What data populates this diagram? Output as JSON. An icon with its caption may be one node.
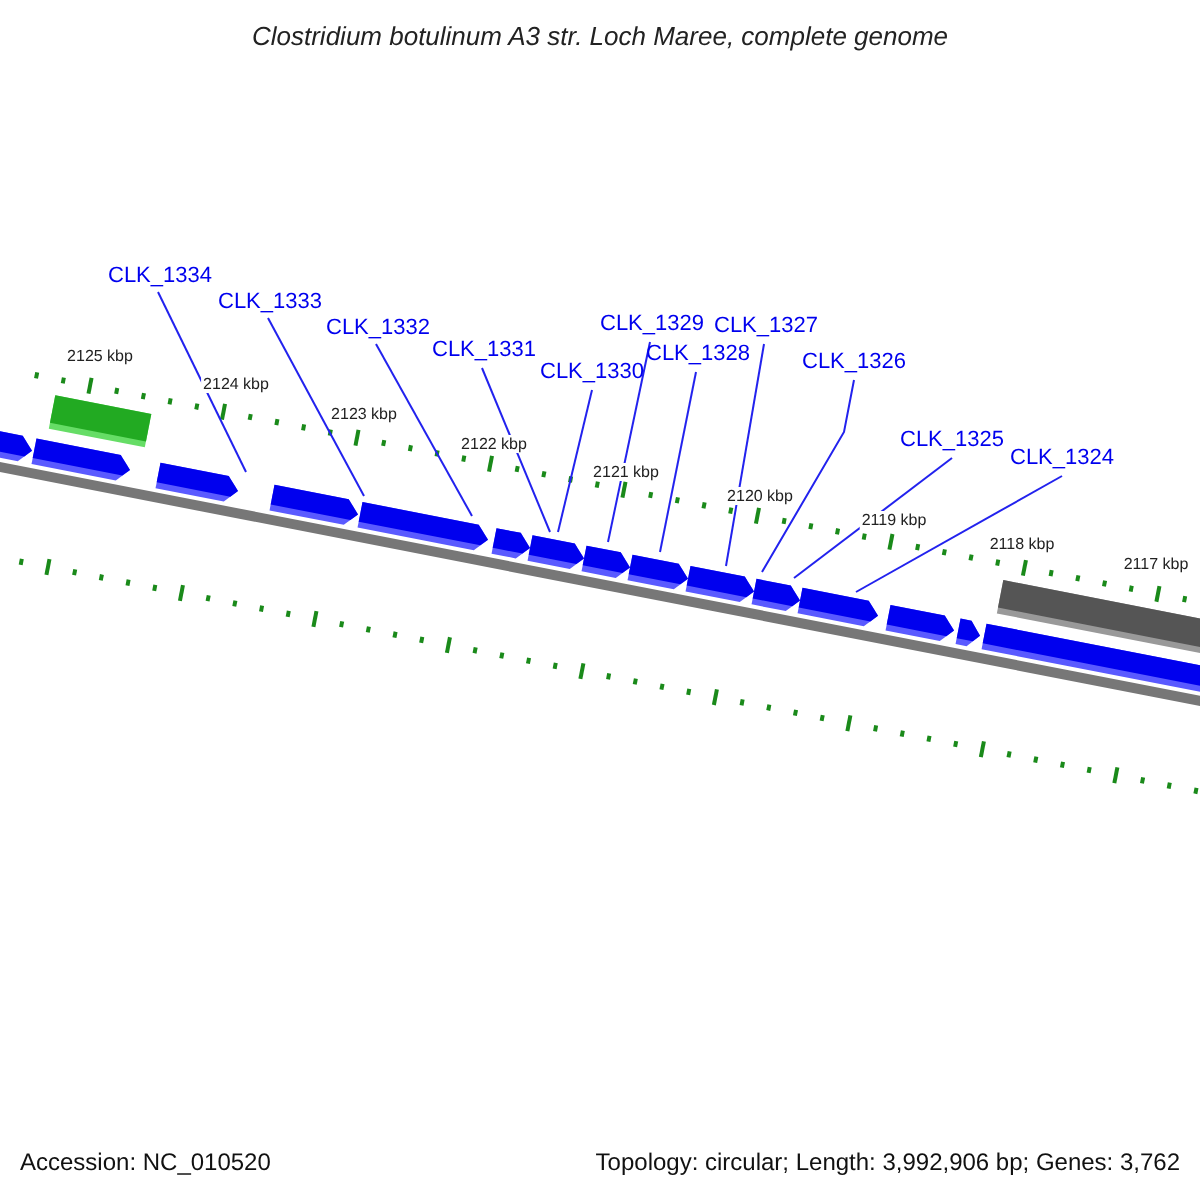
{
  "diagram": {
    "title": "Clostridium botulinum A3 str. Loch Maree, complete genome",
    "nodes": [
      {
        "text": [
          "CLK_1334"
        ]
      },
      {
        "text": [
          "CLK_1333"
        ]
      },
      {
        "text": [
          "CLK_1332"
        ]
      },
      {
        "text": [
          "CLK_1331"
        ]
      },
      {
        "text": [
          "CLK_1330"
        ]
      },
      {
        "text": [
          "CLK_1329"
        ]
      },
      {
        "text": [
          "CLK_1328"
        ]
      },
      {
        "text": [
          "CLK_1327"
        ]
      },
      {
        "text": [
          "CLK_1326"
        ]
      },
      {
        "text": [
          "CLK_1325"
        ]
      },
      {
        "text": [
          "CLK_1324"
        ]
      }
    ],
    "edges": [
      {
        "from": 0,
        "to": null,
        "arrow": "none"
      },
      {
        "from": 1,
        "to": null,
        "arrow": "none"
      },
      {
        "from": 2,
        "to": null,
        "arrow": "none"
      },
      {
        "from": 3,
        "to": null,
        "arrow": "none"
      },
      {
        "from": 4,
        "to": null,
        "arrow": "none"
      },
      {
        "from": 5,
        "to": null,
        "arrow": "none"
      },
      {
        "from": 6,
        "to": null,
        "arrow": "none"
      },
      {
        "from": 7,
        "to": null,
        "arrow": "none"
      },
      {
        "from": 8,
        "to": null,
        "arrow": "none"
      },
      {
        "from": 9,
        "to": null,
        "arrow": "none"
      },
      {
        "from": 10,
        "to": null,
        "arrow": "none"
      }
    ],
    "labels": [
      "2125 kbp",
      "2124 kbp",
      "2123 kbp",
      "2122 kbp",
      "2121 kbp",
      "2120 kbp",
      "2119 kbp",
      "2118 kbp",
      "2117 kbp",
      "Accession: NC_010520",
      "Topology: circular; Length: 3,992,906 bp; Genes: 3,762"
    ]
  }
}
